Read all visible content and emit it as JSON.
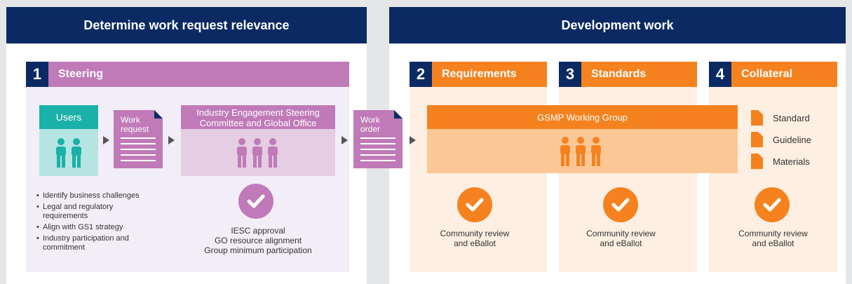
{
  "phases": [
    {
      "title": "Determine work request relevance"
    },
    {
      "title": "Development work"
    }
  ],
  "steps": [
    {
      "number": "1",
      "label": "Steering"
    },
    {
      "number": "2",
      "label": "Requirements"
    },
    {
      "number": "3",
      "label": "Standards"
    },
    {
      "number": "4",
      "label": "Collateral"
    }
  ],
  "users_box": {
    "title": "Users"
  },
  "work_request": {
    "line1": "Work",
    "line2": "request"
  },
  "iesc_box": {
    "line1": "Industry Engagement Steering",
    "line2": "Committee and Global Office"
  },
  "work_order": {
    "line1": "Work",
    "line2": "order"
  },
  "gsmp_box": {
    "title": "GSMP Working Group"
  },
  "bullets": [
    "Identify business challenges",
    "Legal and regulatory requirements",
    "Align with GS1 strategy",
    "Industry participation and commitment"
  ],
  "iesc_caption": [
    "IESC approval",
    "GO resource alignment",
    "Group minimum participation"
  ],
  "community_caption": {
    "line1": "Community review",
    "line2": "and eBallot"
  },
  "legend": [
    "Standard",
    "Guideline",
    "Materials"
  ],
  "colors": {
    "navy": "#0b2a63",
    "purple": "#c07ab8",
    "orange": "#f5821f",
    "teal": "#1ab1a8"
  },
  "icons": {
    "people": "people-icon",
    "check": "checkmark-icon",
    "document": "document-icon",
    "arrow": "arrow-right-icon"
  }
}
